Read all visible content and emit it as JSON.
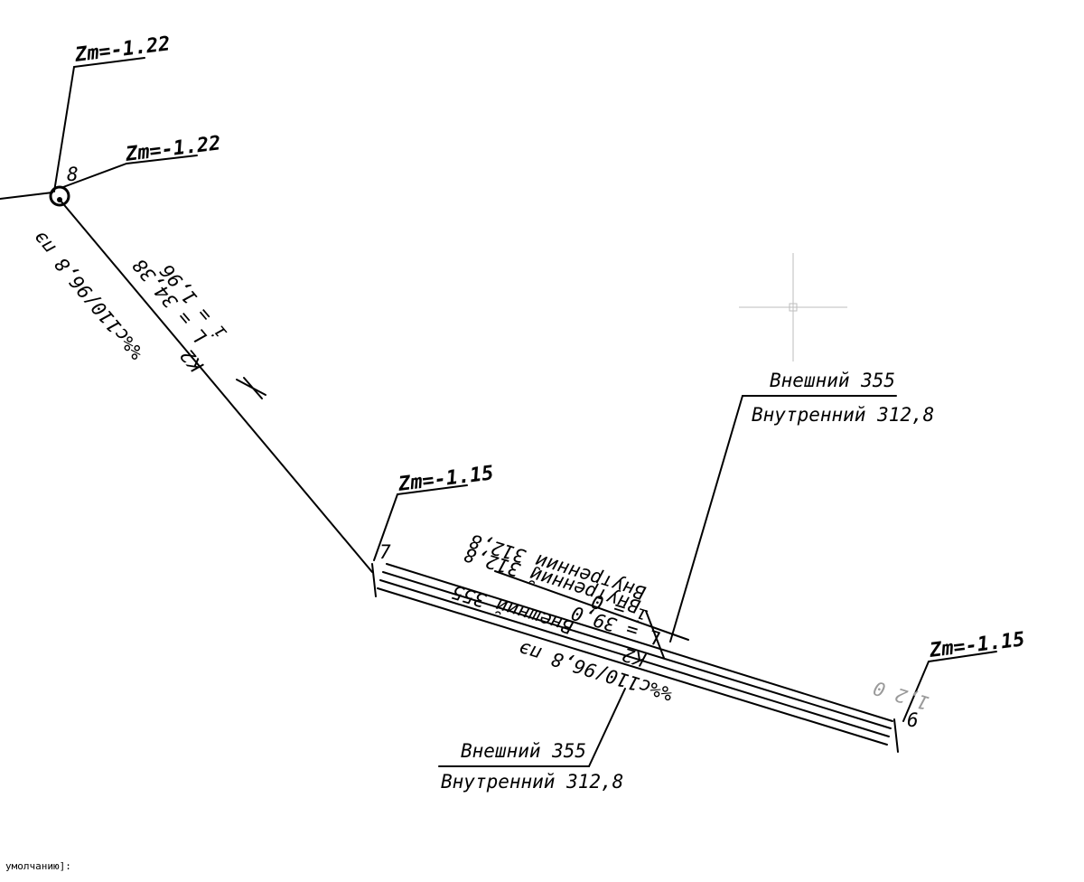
{
  "drawing": {
    "colors": {
      "background": "#ffffff",
      "line": "#000000",
      "cursor": "#bdbdbd",
      "faint": "#9a9a9a"
    },
    "elevations": {
      "top_left": "Zm=-1.22",
      "node8_right": "Zm=-1.22",
      "middle": "Zm=-1.15",
      "right": "Zm=-1.15"
    },
    "wells": {
      "node_8": "8",
      "node_7": "7",
      "node_6": "6"
    },
    "segments": {
      "upper": {
        "i": "i = 1,96",
        "L": "L = 34,38",
        "K": "К2",
        "pipe": "%%c110/96,8 пэ"
      },
      "lower": {
        "L": "L = 39,0",
        "i": "i = 0",
        "K": "К2",
        "pipe": "%%c110/96,8 пэ",
        "outer": "Внешний 355",
        "inner": "Внутренний 312,8",
        "inner_dup": "Внутренний 312,8"
      }
    },
    "callouts": {
      "right_outer": "Внешний 355",
      "right_inner": "Внутренний 312,8",
      "bottom_outer": "Внешний 355",
      "bottom_inner": "Внутренний 312,8"
    },
    "faint_label": "1,2 0"
  },
  "command_line": {
    "text": "умолчанию]:"
  }
}
